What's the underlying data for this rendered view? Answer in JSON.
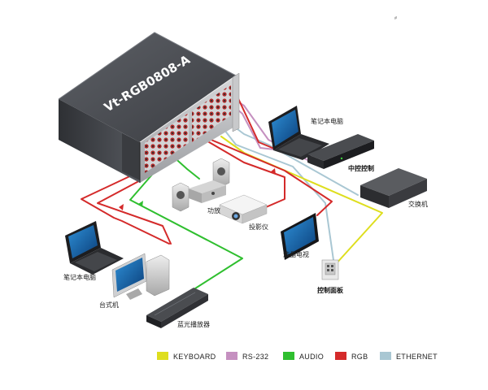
{
  "device": {
    "model": "Vt-RGB0808-A"
  },
  "devices": {
    "laptop_top": "笔记本电脑",
    "central_control": "中控控制",
    "switch": "交换机",
    "amplifier": "功放",
    "projector": "投影仪",
    "lcd_tv": "液晶电视",
    "control_panel": "控制面板",
    "laptop_left": "笔记本电脑",
    "desktop": "台式机",
    "bluray": "蓝光播放器"
  },
  "legend": [
    {
      "label": "KEYBOARD",
      "color": "#dede1e"
    },
    {
      "label": "RS-232",
      "color": "#c590c0"
    },
    {
      "label": "AUDIO",
      "color": "#2fbf2f"
    },
    {
      "label": "RGB",
      "color": "#d42a2a"
    },
    {
      "label": "ETHERNET",
      "color": "#a9c7d3"
    }
  ],
  "colors": {
    "matrix_body": "#4a4d52",
    "cable_keyboard": "#dede1e",
    "cable_rs232": "#c590c0",
    "cable_audio": "#2fbf2f",
    "cable_rgb": "#d42a2a",
    "cable_ethernet": "#a9c7d3"
  }
}
